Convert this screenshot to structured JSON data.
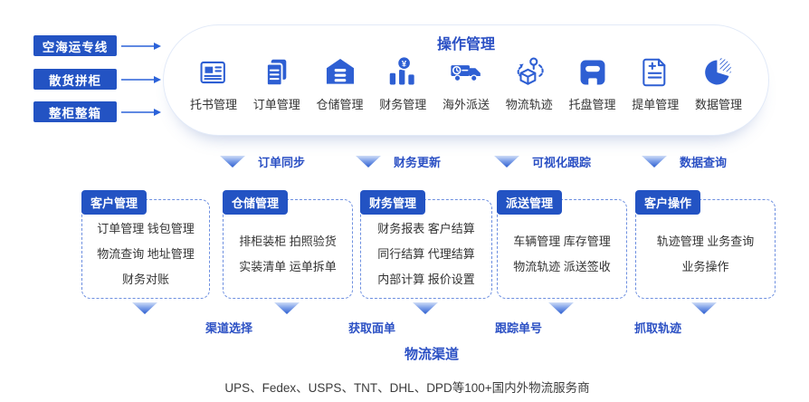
{
  "palette": {
    "primary": "#2353c3",
    "icon_blue": "#2e5fd3",
    "label_blue": "#2b50c4",
    "text_dark": "#333333",
    "dashed_border": "#6d8fe0"
  },
  "sources": [
    {
      "label": "空海运专线"
    },
    {
      "label": "散货拼柜"
    },
    {
      "label": "整柜整箱"
    }
  ],
  "operations": {
    "title": "操作管理",
    "items": [
      {
        "icon": "consignment-note-icon",
        "label": "托书管理"
      },
      {
        "icon": "order-docs-icon",
        "label": "订单管理"
      },
      {
        "icon": "warehouse-icon",
        "label": "仓储管理"
      },
      {
        "icon": "finance-bars-icon",
        "label": "财务管理",
        "badge": "¥"
      },
      {
        "icon": "overseas-truck-icon",
        "label": "海外派送"
      },
      {
        "icon": "package-track-icon",
        "label": "物流轨迹"
      },
      {
        "icon": "pallet-icon",
        "label": "托盘管理"
      },
      {
        "icon": "lading-bill-icon",
        "label": "提单管理"
      },
      {
        "icon": "data-pie-icon",
        "label": "数据管理"
      }
    ]
  },
  "sync_flows": [
    {
      "label": "订单同步"
    },
    {
      "label": "财务更新"
    },
    {
      "label": "可视化跟踪"
    },
    {
      "label": "数据查询"
    }
  ],
  "modules": [
    {
      "title": "客户管理",
      "lines": [
        "订单管理 钱包管理",
        "物流查询 地址管理",
        "财务对账"
      ]
    },
    {
      "title": "仓储管理",
      "lines": [
        "排柜装柜 拍照验货",
        "实装清单 运单拆单"
      ]
    },
    {
      "title": "财务管理",
      "lines": [
        "财务报表 客户结算",
        "同行结算 代理结算",
        "内部计算 报价设置"
      ]
    },
    {
      "title": "派送管理",
      "lines": [
        "车辆管理 库存管理",
        "物流轨迹 派送签收"
      ]
    },
    {
      "title": "客户操作",
      "lines": [
        "轨迹管理 业务查询",
        "业务操作"
      ]
    }
  ],
  "channel_flows": [
    {
      "label": "渠道选择"
    },
    {
      "label": "获取面单"
    },
    {
      "label": "跟踪单号"
    },
    {
      "label": "抓取轨迹"
    }
  ],
  "channels": {
    "title": "物流渠道",
    "providers": "UPS、Fedex、USPS、TNT、DHL、DPD等100+国内外物流服务商"
  }
}
